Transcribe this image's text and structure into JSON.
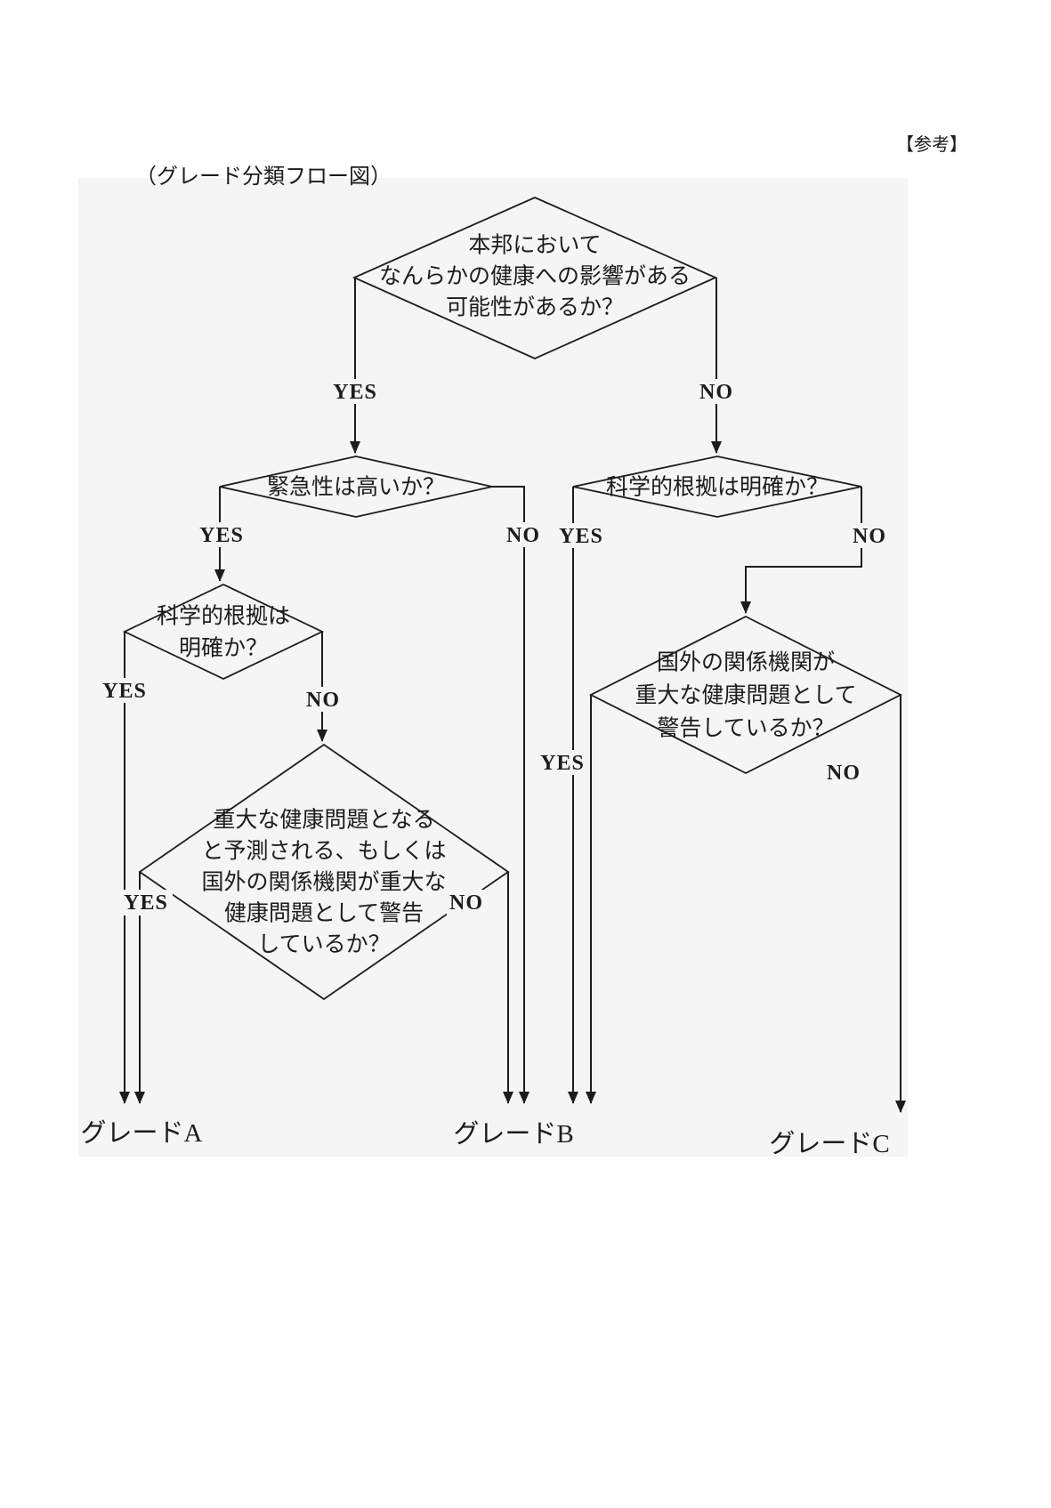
{
  "header": {
    "reference_tag": "【参考】",
    "title": "（グレード分類フロー図）"
  },
  "nodes": {
    "q1_health_impact": {
      "lines": [
        "本邦において",
        "なんらかの健康への影響がある",
        "可能性があるか？"
      ]
    },
    "q2_urgency": {
      "lines": [
        "緊急性は高いか？"
      ]
    },
    "q3_evidence_left": {
      "lines": [
        "科学的根拠は",
        "明確か？"
      ]
    },
    "q4_serious_problem": {
      "lines": [
        "重大な健康問題となる",
        "と予測される、もしくは",
        "国外の関係機関が重大な",
        "健康問題として警告",
        "しているか？"
      ]
    },
    "q5_evidence_right": {
      "lines": [
        "科学的根拠は明確か？"
      ]
    },
    "q6_foreign_warning": {
      "lines": [
        "国外の関係機関が",
        "重大な健康問題として",
        "警告しているか？"
      ]
    }
  },
  "edges": {
    "q1_yes": "YES",
    "q1_no": "NO",
    "q2_yes": "YES",
    "q2_no": "NO",
    "q3_yes": "YES",
    "q3_no": "NO",
    "q4_yes": "YES",
    "q4_no": "NO",
    "q5_yes": "YES",
    "q5_no": "NO",
    "q6_yes": "YES",
    "q6_no": "NO"
  },
  "grades": {
    "a": "グレードA",
    "b": "グレードB",
    "c": "グレードC"
  },
  "colors": {
    "ink": "#1c1c1c",
    "panel_background": "#f5f5f5",
    "page_background": "#ffffff"
  }
}
